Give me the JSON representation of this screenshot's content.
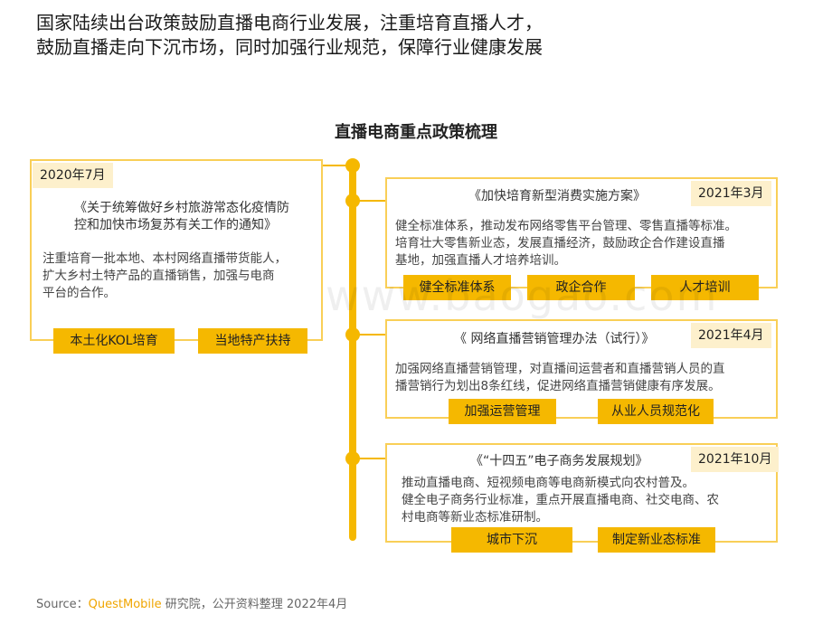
{
  "headline": {
    "line1": "国家陆续出台政策鼓励直播电商行业发展，注重培育直播人才，",
    "line2": "鼓励直播走向下沉市场，同时加强行业规范，保障行业健康发展"
  },
  "chart_title": "直播电商重点政策梳理",
  "watermark": "www.baogao.com",
  "policies": [
    {
      "date": "2020年7月",
      "title": "《关于统筹做好乡村旅游常态化疫情防控和加快市场复苏有关工作的通知》",
      "title_lines": [
        "《关于统筹做好乡村旅游常态化疫情防",
        "控和加快市场复苏有关工作的通知》"
      ],
      "desc_lines": [
        "注重培育一批本地、本村网络直播带货能人，",
        "扩大乡村土特产品的直播销售，加强与电商",
        "平台的合作。"
      ],
      "tags": [
        "本土化KOL培育",
        "当地特产扶持"
      ]
    },
    {
      "date": "2021年3月",
      "title": "《加快培育新型消费实施方案》",
      "desc_lines": [
        "健全标准体系，推动发布网络零售平台管理、零售直播等标准。",
        "培育壮大零售新业态，发展直播经济，鼓励政企合作建设直播",
        "基地，加强直播人才培养培训。"
      ],
      "tags": [
        "健全标准体系",
        "政企合作",
        "人才培训"
      ]
    },
    {
      "date": "2021年4月",
      "title": "《 网络直播营销管理办法（试行）》",
      "desc_lines": [
        "加强网络直播营销管理，对直播间运营者和直播营销人员的直",
        "播营销行为划出8条红线，促进网络直播营销健康有序发展。"
      ],
      "tags": [
        "加强运营管理",
        "从业人员规范化"
      ]
    },
    {
      "date": "2021年10月",
      "title": "《“十四五”电子商务发展规划》",
      "desc_lines": [
        "推动直播电商、短视频电商等电商新模式向农村普及。",
        "健全电子商务行业标准，重点开展直播电商、社交电商、农",
        "村电商等新业态标准研制。"
      ],
      "tags": [
        "城市下沉",
        "制定新业态标准"
      ]
    }
  ],
  "source": {
    "prefix": "Source：",
    "brand": "QuestMobile",
    "rest": " 研究院，公开资料整理 2022年4月"
  },
  "colors": {
    "accent": "#f5b800",
    "border": "#f9cf57",
    "date_bg": "#fdf0cc"
  }
}
